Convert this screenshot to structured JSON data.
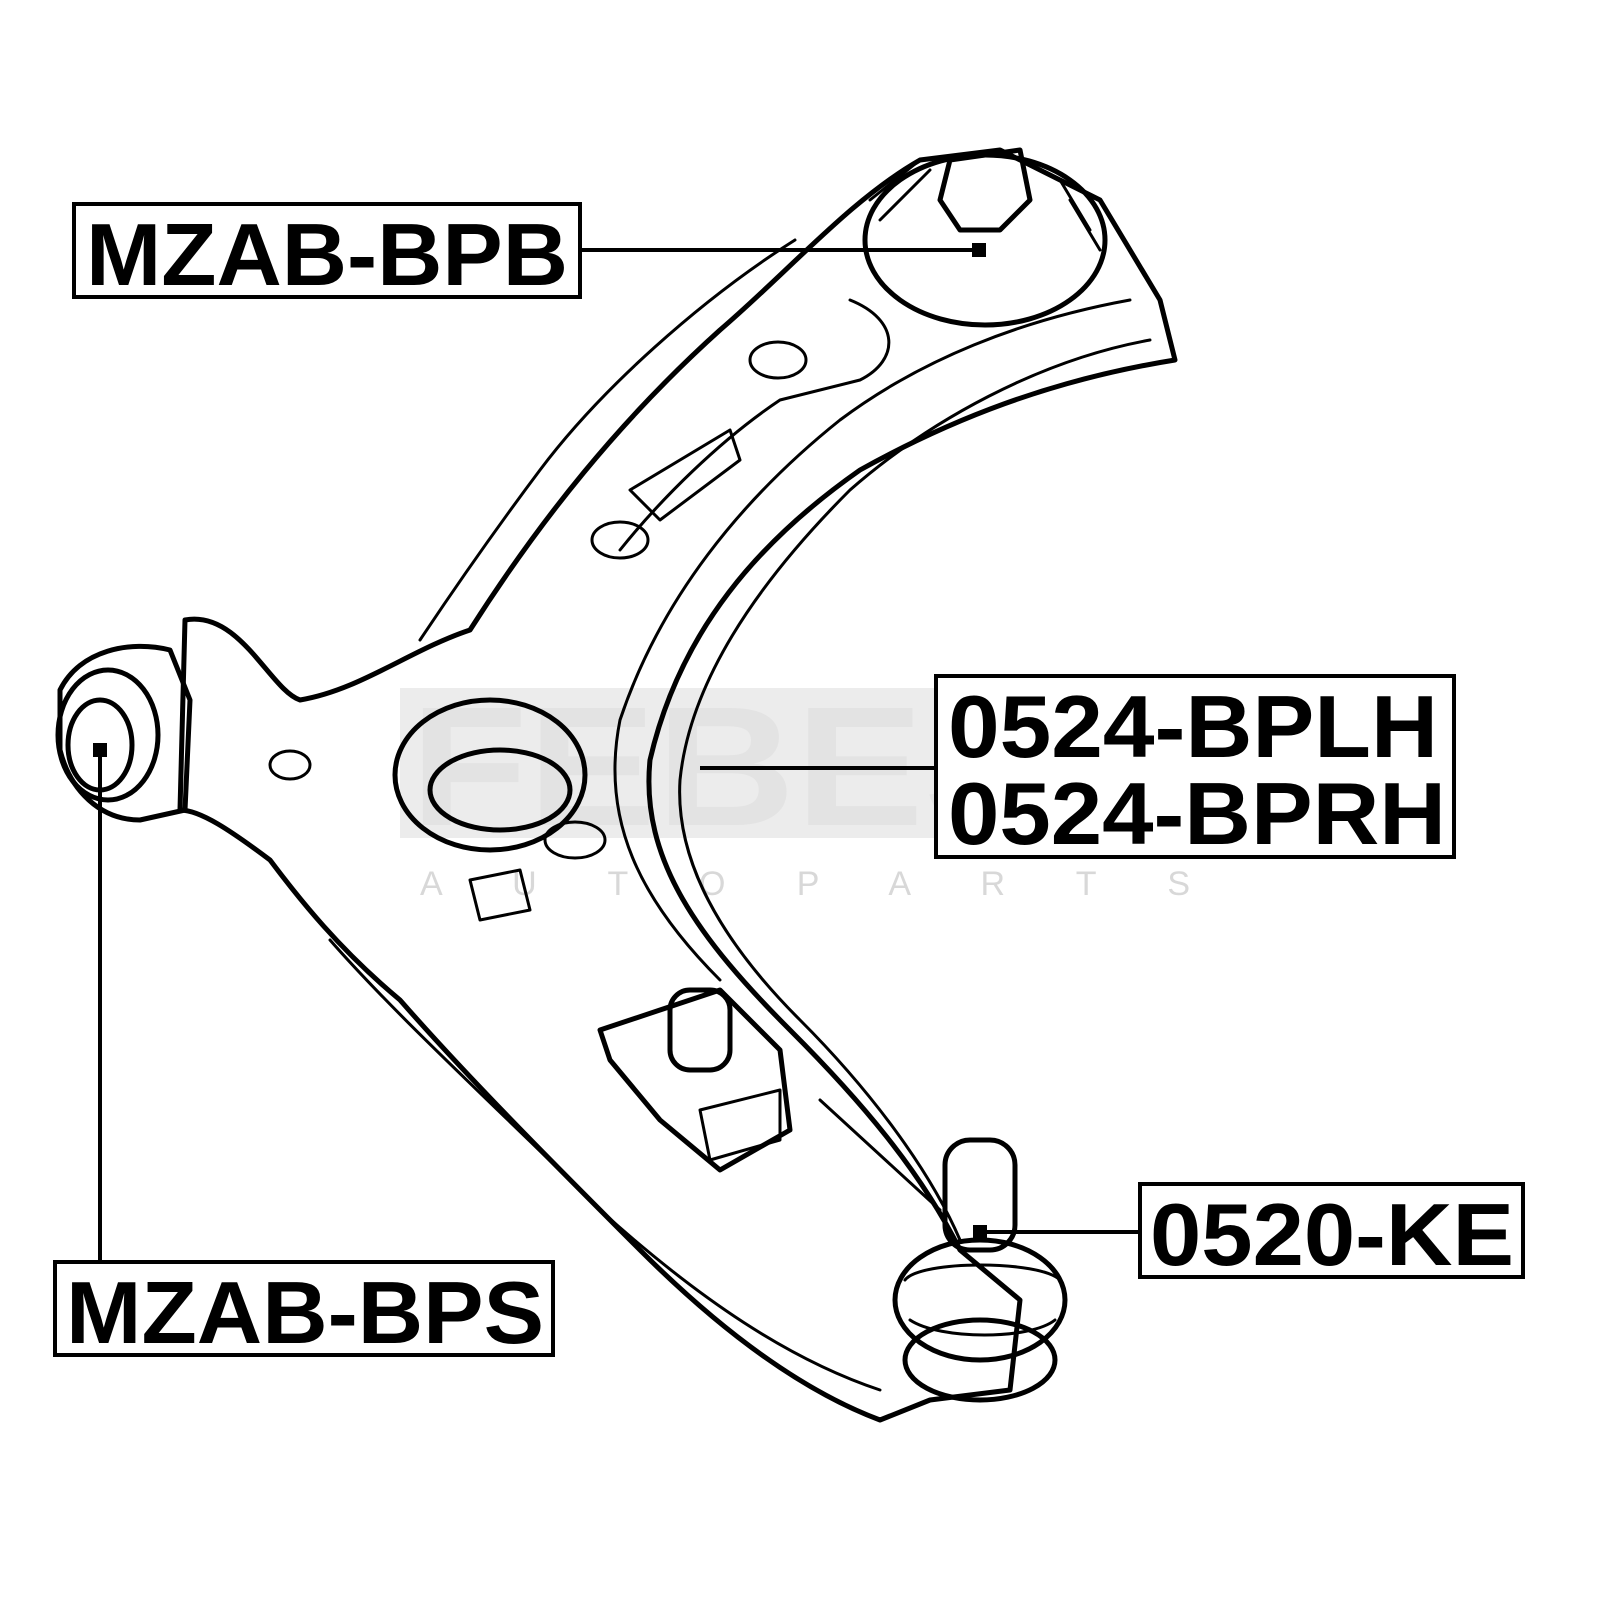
{
  "watermark": {
    "brand": "FEBEST",
    "sub": "A U T O   P A R T S"
  },
  "labels": {
    "upper_bushing": "MZAB-BPB",
    "arm_left": "0524-BPLH",
    "arm_right": "0524-BPRH",
    "ball_joint": "0520-KE",
    "front_bushing": "MZAB-BPS"
  }
}
